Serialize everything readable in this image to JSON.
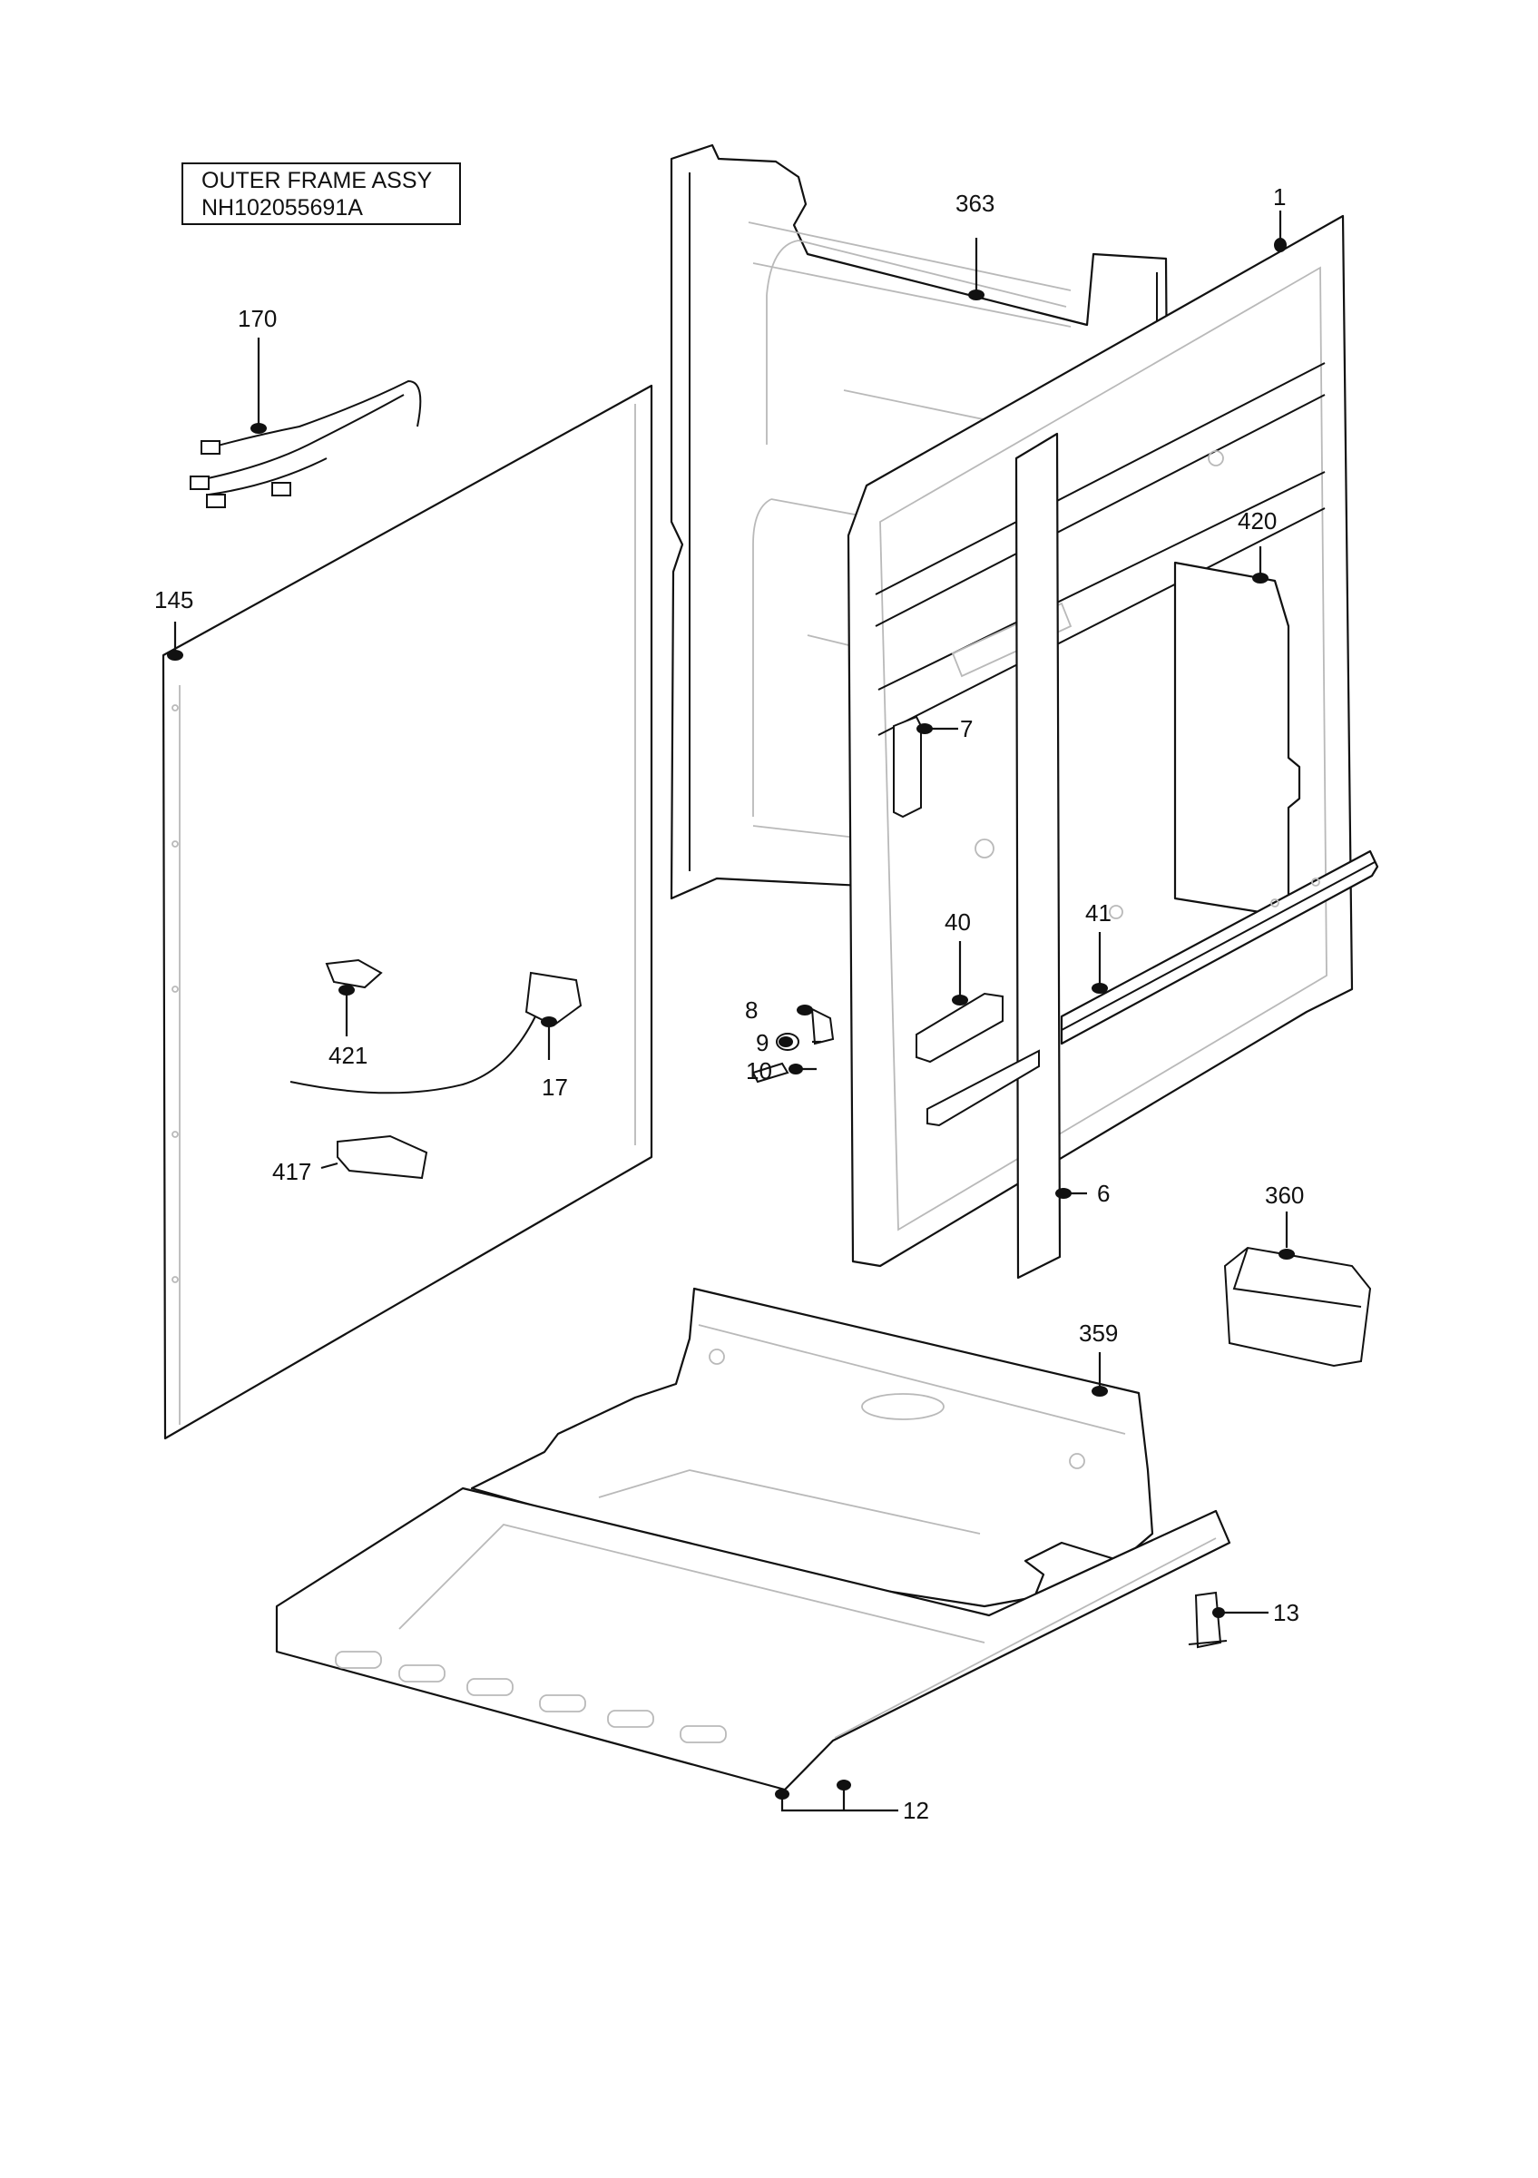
{
  "title_block": {
    "line1": "OUTER FRAME ASSY",
    "line2": "NH102055691A"
  },
  "callouts": {
    "c1": "1",
    "c6": "6",
    "c7": "7",
    "c8": "8",
    "c9": "9",
    "c10": "10",
    "c12": "12",
    "c13": "13",
    "c17": "17",
    "c40": "40",
    "c41": "41",
    "c145": "145",
    "c170": "170",
    "c359": "359",
    "c360": "360",
    "c363": "363",
    "c417": "417",
    "c420": "420",
    "c421": "421"
  }
}
